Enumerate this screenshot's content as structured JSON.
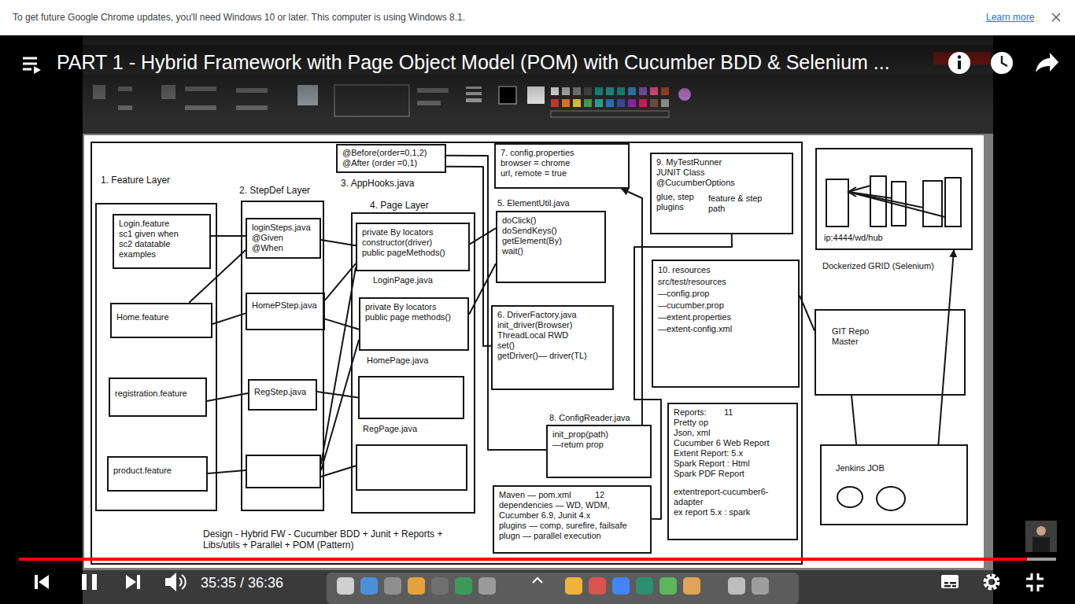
{
  "diagram": {
    "title": "PART 1 - Hybrid Framework with Page Object Model (POM) with Cucumber BDD & Selenium ...",
    "nodes": [
      {
        "text": [
          "Design - Hybrid FW - Cucumber BDD + Junit + Reports + Libs/utils + Parallel + POM (Pattern)"
        ]
      },
      {
        "text": [
          "1. Feature Layer"
        ],
        "in": 0
      },
      {
        "text": [
          "Login.feature",
          "sc1 given when",
          "sc2 datatable examples"
        ],
        "in": 1
      },
      {
        "text": [
          "Home.feature"
        ],
        "in": 1
      },
      {
        "text": [
          "registration.feature"
        ],
        "in": 1
      },
      {
        "text": [
          "product.feature"
        ],
        "in": 1
      },
      {
        "text": [
          "2. StepDef Layer"
        ],
        "in": 0
      },
      {
        "text": [
          "loginSteps.java",
          "@Given",
          "@When"
        ],
        "in": 6
      },
      {
        "text": [
          "HomePStep.java"
        ],
        "in": 6
      },
      {
        "text": [
          "RegStep.java"
        ],
        "in": 6
      },
      {
        "text": [
          "@Before(order=0,1,2)",
          "@After (order =0,1)",
          "3. AppHooks.java"
        ],
        "in": 0
      },
      {
        "text": [
          "4. Page Layer"
        ],
        "in": 0
      },
      {
        "text": [
          "private By locators",
          "constructor(driver)",
          "public pageMethods()",
          "LoginPage.java"
        ],
        "in": 11
      },
      {
        "text": [
          "private By locators",
          "public page methods()",
          "HomePage.java"
        ],
        "in": 11
      },
      {
        "text": [
          "RegPage.java"
        ],
        "in": 11
      },
      {
        "text": [
          "7. config.properties",
          "browser = chrome",
          "url, remote = true"
        ],
        "in": 0
      },
      {
        "text": [
          "5. ElementUtil.java",
          "doClick()",
          "doSendKeys()",
          "getElement(By)",
          "wait()"
        ],
        "in": 0
      },
      {
        "text": [
          "6. DriverFactory.java",
          "init_driver(Browser)",
          "ThreadLocal RWD",
          "set()",
          "getDriver()— driver(TL)"
        ],
        "in": 0
      },
      {
        "text": [
          "8. ConfigReader.java",
          "init_prop(path)",
          "—return prop"
        ],
        "in": 0
      },
      {
        "text": [
          "Maven — pom.xml",
          "12",
          "dependencies — WD, WDM, Cucumber 6.9, Junit 4.x",
          "plugins — comp, surefire, failsafe",
          "plugn — parallel execution"
        ],
        "in": 0
      },
      {
        "text": [
          "9. MyTestRunner",
          "JUNIT Class",
          "@CucumberOptions",
          "glue, step plugins",
          "feature & step path"
        ],
        "in": 0
      },
      {
        "text": [
          "10. resources",
          "src/test/resources",
          "—config.prop",
          "—cucumber.prop",
          "—extent.properties",
          "—extent-config.xml"
        ],
        "in": 0
      },
      {
        "text": [
          "Reports:",
          "11",
          "Pretty op",
          "Json, xml",
          "Cucumber 6 Web Report",
          "Extent Report: 5.x",
          "Spark Report : Html",
          "Spark PDF Report",
          "extentreport-cucumber6-adapter",
          "ex report 5.x : spark"
        ],
        "in": 0
      },
      {
        "text": [
          "ip:4444/wd/hub",
          "Dockerized GRID (Selenium)"
        ]
      },
      {
        "text": [
          "GIT Repo Master"
        ]
      },
      {
        "text": [
          "Jenkins JOB"
        ]
      }
    ],
    "edges": [
      {
        "from": 2,
        "to": 7,
        "arrow": "none"
      },
      {
        "from": 3,
        "to": 7,
        "arrow": "none"
      },
      {
        "from": 3,
        "to": 8,
        "arrow": "none"
      },
      {
        "from": 4,
        "to": 9,
        "arrow": "none"
      },
      {
        "from": 7,
        "to": 12,
        "arrow": "none"
      },
      {
        "from": 8,
        "to": 13,
        "arrow": "none"
      },
      {
        "from": 8,
        "to": 12,
        "arrow": "none"
      },
      {
        "from": 9,
        "to": 14,
        "arrow": "none"
      },
      {
        "from": 12,
        "to": 16,
        "arrow": "none"
      },
      {
        "from": 13,
        "to": 16,
        "arrow": "none"
      },
      {
        "from": 10,
        "to": 17,
        "arrow": "none"
      },
      {
        "from": 10,
        "to": 18,
        "arrow": "none"
      },
      {
        "from": 18,
        "to": 15,
        "arrow": "to"
      },
      {
        "from": 19,
        "to": 20,
        "arrow": "none"
      },
      {
        "from": 21,
        "to": 24,
        "arrow": "none"
      },
      {
        "from": 24,
        "to": 25,
        "arrow": "none"
      },
      {
        "from": 25,
        "to": 23,
        "arrow": "to"
      }
    ],
    "labels": [
      "To get future Google Chrome updates, you'll need Windows 10 or later. This computer is using Windows 8.1.",
      "Learn more",
      "35:35 / 36:36"
    ]
  }
}
